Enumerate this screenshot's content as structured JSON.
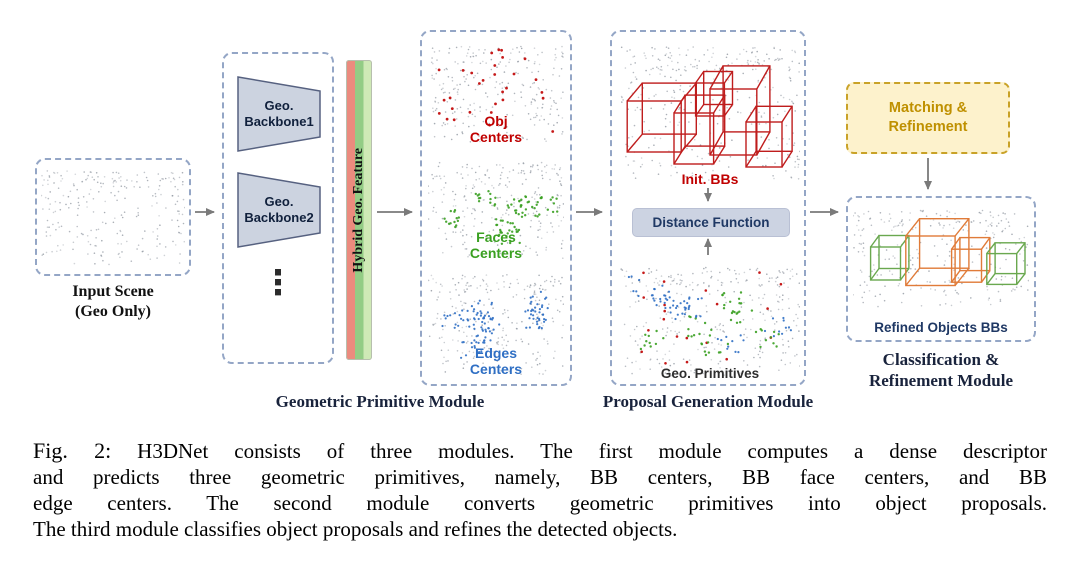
{
  "figure": {
    "input_scene_label": "Input Scene\n(Geo Only)",
    "backbone1_label": "Geo.\nBackbone1",
    "backbone2_label": "Geo.\nBackbone2",
    "backbone_ellipsis": "⋮",
    "hybrid_feature_label": "Hybrid Geo. Feature",
    "obj_centers_label": "Obj\nCenters",
    "faces_centers_label": "Faces\nCenters",
    "edges_centers_label": "Edges\nCenters",
    "geometric_primitive_module_label": "Geometric Primitive Module",
    "init_bbs_label": "Init. BBs",
    "distance_function_label": "Distance Function",
    "geo_primitives_label": "Geo. Primitives",
    "proposal_generation_module_label": "Proposal Generation Module",
    "matching_refinement_label": "Matching &\nRefinement",
    "refined_objects_label": "Refined Objects BBs",
    "classification_refinement_module_label": "Classification &\nRefinement Module",
    "colors": {
      "dashed_border": "#94a6c6",
      "obj_centers_red": "#c00000",
      "faces_centers_green": "#3aa021",
      "edges_centers_blue": "#2f6fc4",
      "init_bbs_red": "#c00000",
      "geo_primitives_text": "#2e2e2e",
      "matching_text": "#bf9000",
      "matching_background": "#fdf2cc",
      "matching_border": "#c9a227",
      "refined_bbs_text": "#1f3864",
      "refined_box_orange": "#e07b39",
      "refined_box_green": "#6aa84f",
      "hybrid_stripes": [
        "#eb8b7e",
        "#93cc85",
        "#cfe9b6"
      ]
    }
  },
  "caption": {
    "fig_label": "Fig. 2:",
    "line1": "H3DNet consists of three modules. The first module computes a dense descriptor",
    "line2": "and predicts three geometric primitives, namely, BB centers, BB face centers, and BB",
    "line3": "edge centers. The second module converts geometric primitives into object proposals.",
    "line4": "The third module classifies object proposals and refines the detected objects."
  }
}
